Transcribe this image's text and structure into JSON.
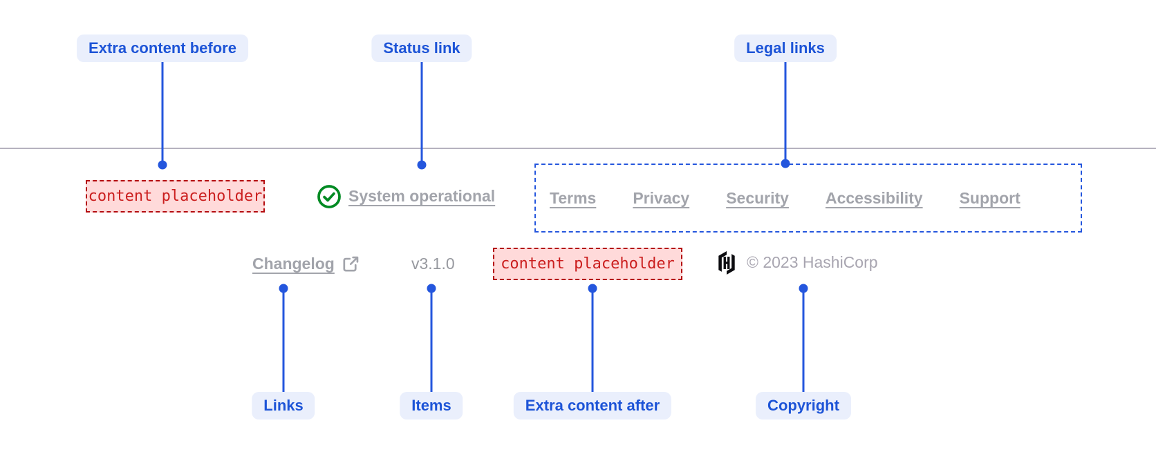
{
  "colors": {
    "accent_blue": "#2456dd",
    "callout_label_bg": "#eaeffc",
    "callout_label_text": "#1d54d7",
    "muted_link_text": "#a2a4ab",
    "divider": "#b5b2be",
    "placeholder_text": "#cb1f1f",
    "placeholder_border": "#b40b0e",
    "placeholder_bg": "#ffdada",
    "status_green": "#008a22",
    "logo_black": "#0c0c10"
  },
  "callouts": {
    "extra_content_before": "Extra content before",
    "status_link": "Status link",
    "legal_links": "Legal links",
    "links": "Links",
    "items": "Items",
    "extra_content_after": "Extra content after",
    "copyright": "Copyright"
  },
  "footer": {
    "extra_content_before_placeholder": "content placeholder",
    "status_link": {
      "label": "System operational"
    },
    "legal_links": [
      "Terms",
      "Privacy",
      "Security",
      "Accessibility",
      "Support"
    ],
    "links": [
      {
        "label": "Changelog",
        "external": true
      }
    ],
    "version": "v3.1.0",
    "extra_content_after_placeholder": "content placeholder",
    "copyright": "© 2023 HashiCorp"
  }
}
